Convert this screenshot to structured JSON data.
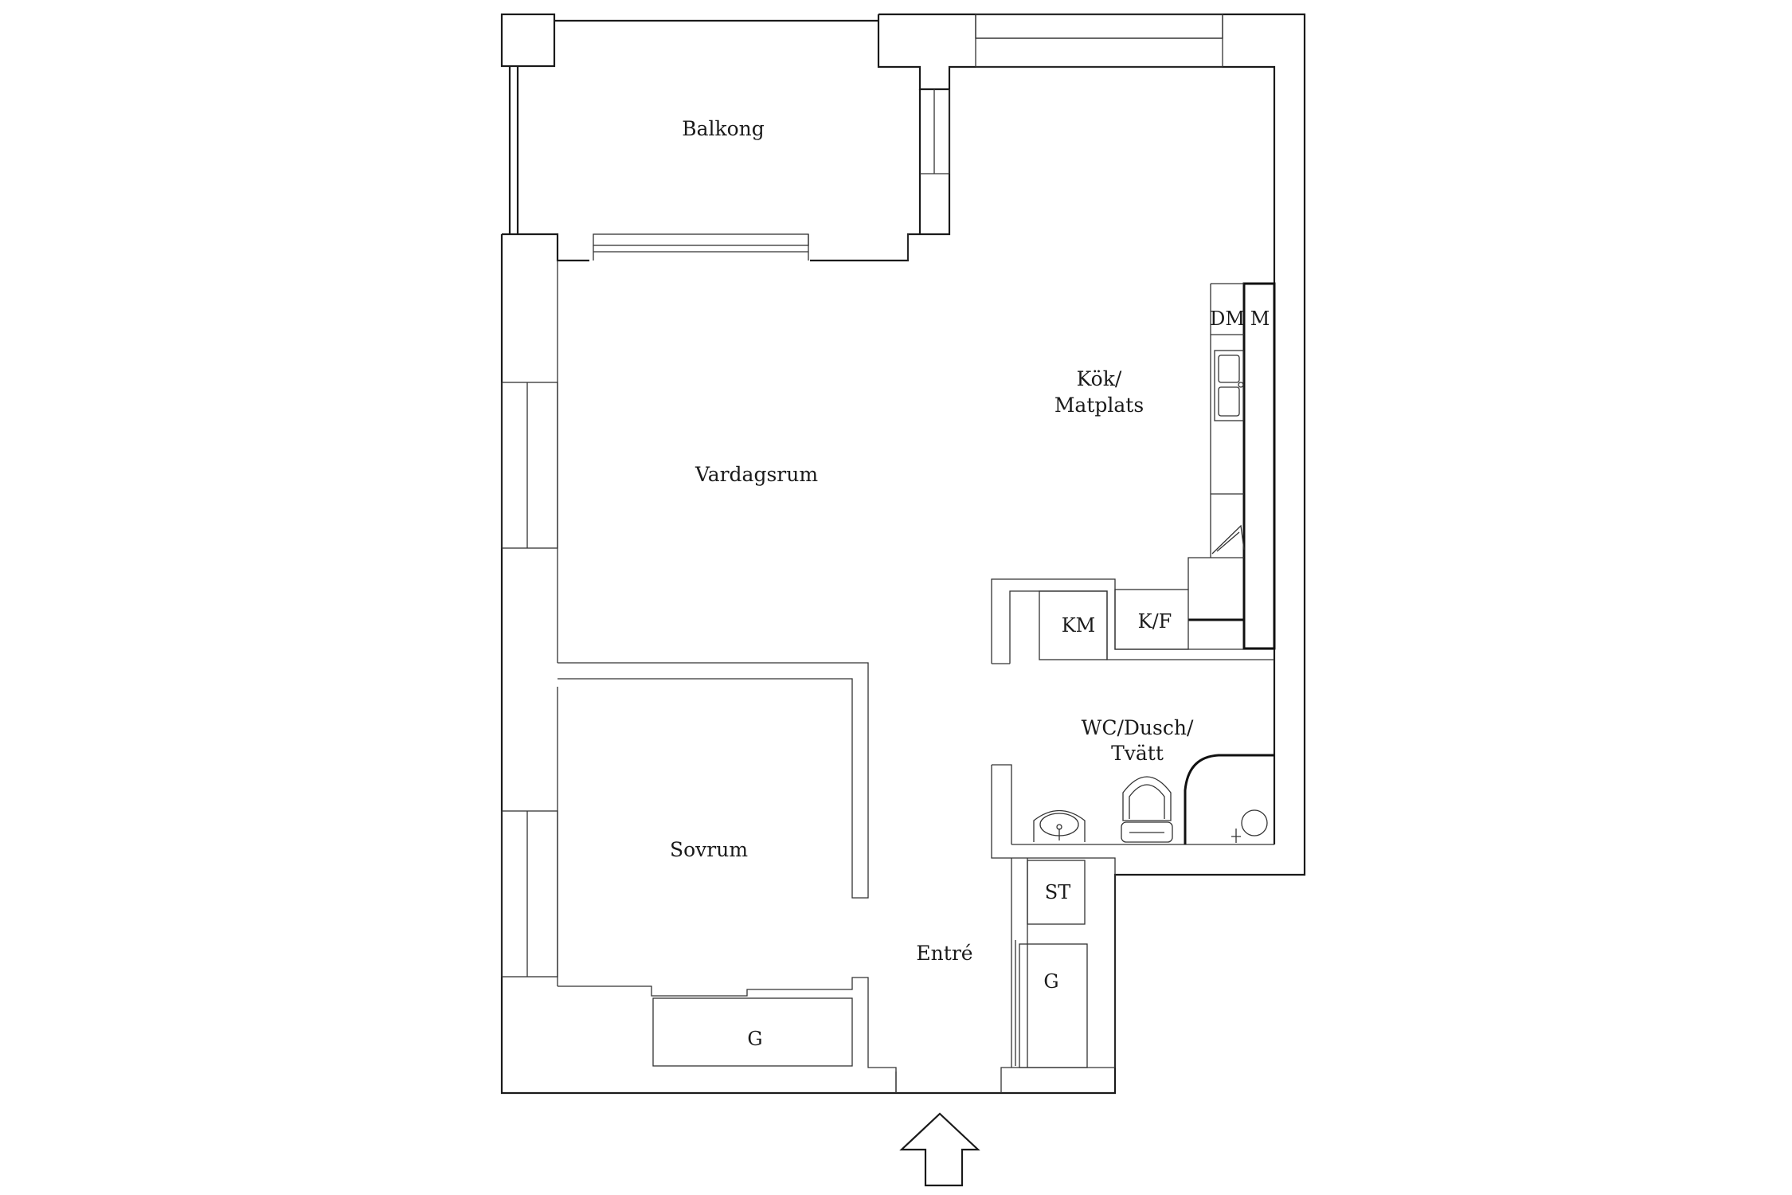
{
  "rooms": {
    "balcony": "Balkong",
    "living": "Vardagsrum",
    "kitchen_line1": "Kök/",
    "kitchen_line2": "Matplats",
    "bedroom": "Sovrum",
    "hall": "Entré",
    "bath_line1": "WC/Dusch/",
    "bath_line2": "Tvätt"
  },
  "fixtures": {
    "dishwasher": "DM",
    "microwave": "M",
    "fridge_freezer": "K/F",
    "washing_machine": "KM",
    "storage": "ST",
    "wardrobe_hall": "G",
    "wardrobe_bedroom": "G"
  },
  "icons": {
    "entrance": "entrance-arrow-icon",
    "sink": "kitchen-sink-icon",
    "stove": "stove-icon",
    "washbasin": "washbasin-icon",
    "toilet": "toilet-icon",
    "shower": "shower-icon"
  }
}
